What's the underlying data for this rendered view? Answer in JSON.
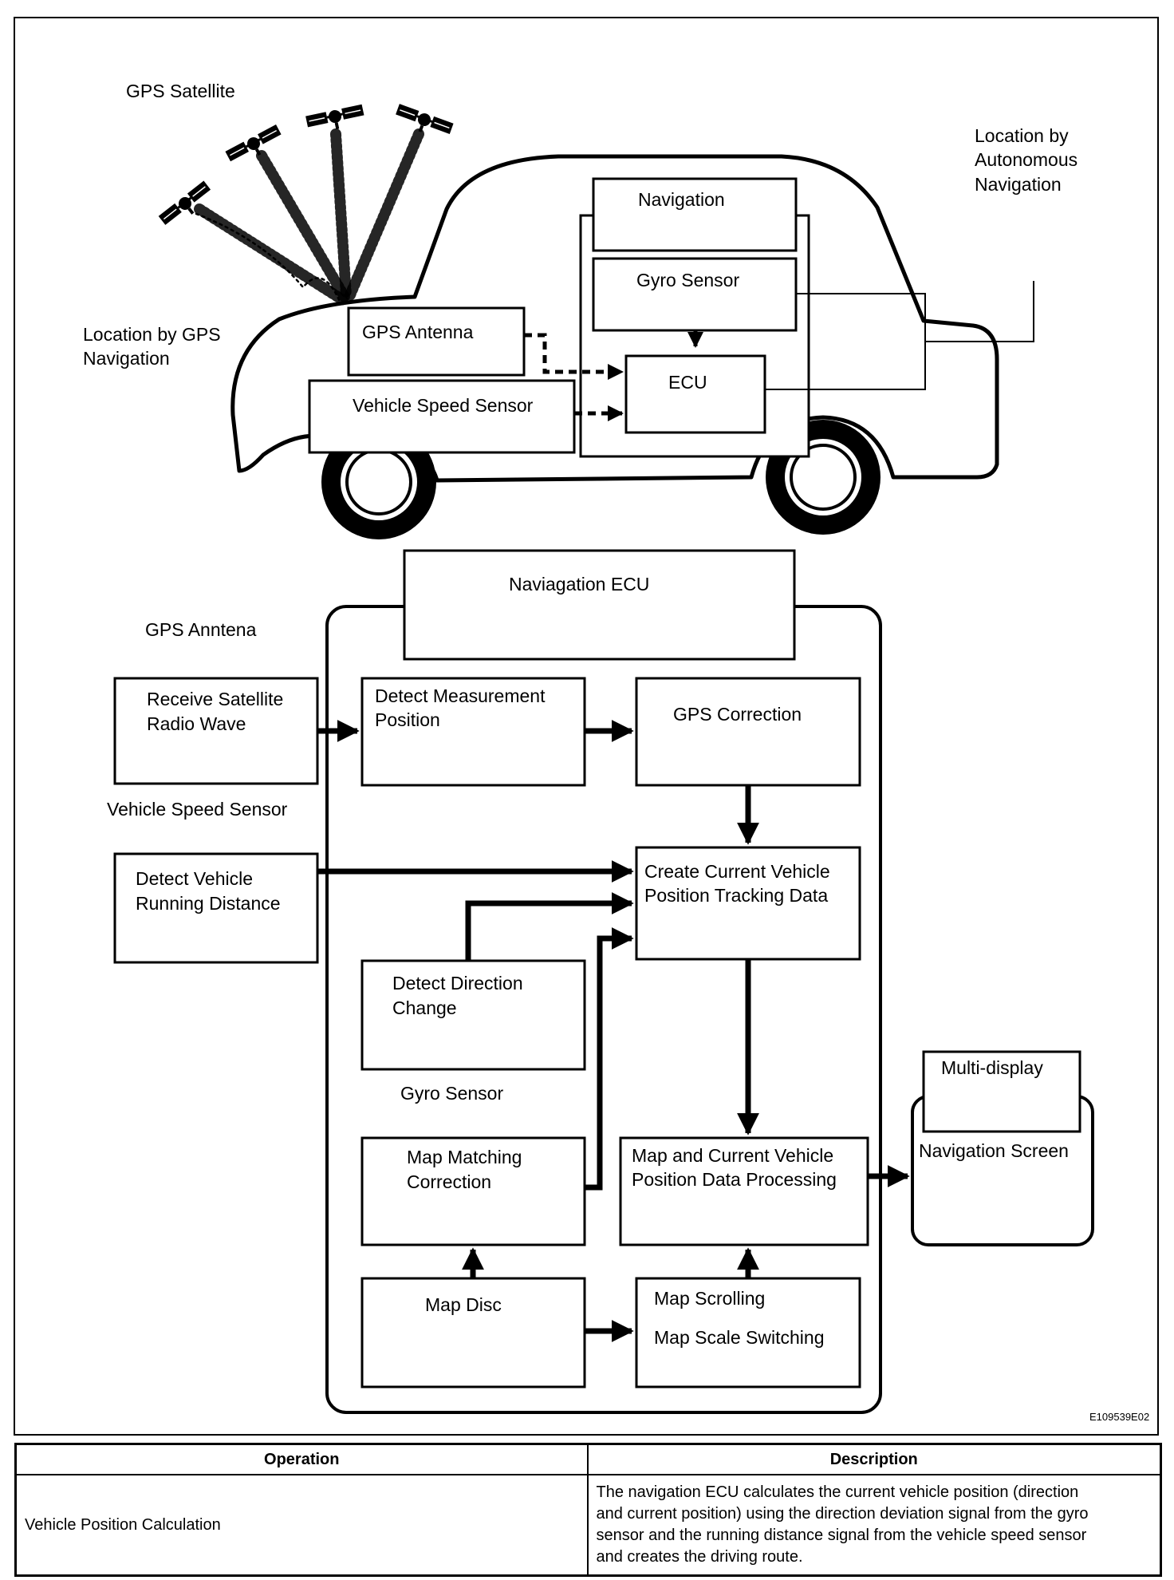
{
  "top": {
    "gps_satellite": "GPS Satellite",
    "location_by_gps": [
      "Location by GPS",
      "Navigation"
    ],
    "location_by_autonomous": [
      "Location by",
      "Autonomous",
      "Navigation"
    ],
    "navigation": "Navigation",
    "gyro_sensor": "Gyro Sensor",
    "gps_antenna": "GPS Antenna",
    "ecu": "ECU",
    "vehicle_speed_sensor": "Vehicle Speed Sensor"
  },
  "flow": {
    "ecu_title": "Naviagation ECU",
    "gps_antenna_label": "GPS Anntena",
    "receive_satellite": [
      "Receive Satellite",
      "Radio Wave"
    ],
    "vehicle_speed_sensor_label": "Vehicle Speed Sensor",
    "detect_vehicle_distance": [
      "Detect Vehicle",
      "Running Distance"
    ],
    "detect_measurement": [
      "Detect Measurement",
      "Position"
    ],
    "gps_correction": "GPS Correction",
    "create_tracking": [
      "Create Current Vehicle",
      "Position Tracking Data"
    ],
    "detect_direction": [
      "Detect Direction",
      "Change"
    ],
    "gyro_sensor_label": "Gyro Sensor",
    "map_matching": [
      "Map Matching",
      "Correction"
    ],
    "map_processing": [
      "Map and Current Vehicle",
      "Position Data Processing"
    ],
    "map_disc": "Map Disc",
    "map_scrolling": "Map Scrolling",
    "map_scale": "Map Scale Switching",
    "multi_display": "Multi-display",
    "navigation_screen": "Navigation Screen",
    "figure_code": "E109539E02"
  },
  "table": {
    "headers": [
      "Operation",
      "Description"
    ],
    "rows": [
      {
        "operation": "Vehicle Position Calculation",
        "description": [
          "The navigation ECU calculates the current vehicle position (direction",
          "and current position) using the direction deviation signal from the gyro",
          "sensor and the running distance signal from the vehicle speed sensor",
          "and creates the driving route."
        ]
      }
    ]
  }
}
